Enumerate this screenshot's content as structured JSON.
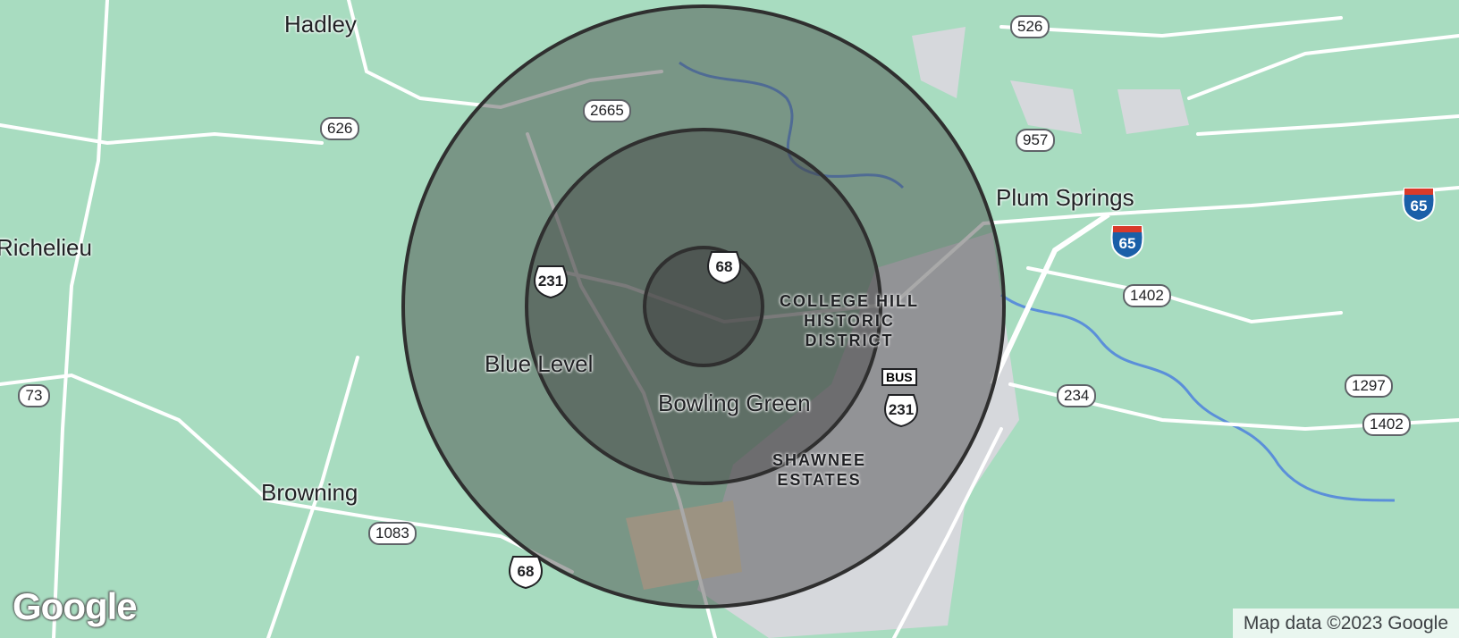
{
  "places": {
    "hadley": "Hadley",
    "richelieu": "Richelieu",
    "blue_level": "Blue Level",
    "browning": "Browning",
    "bowling_green": "Bowling Green",
    "plum_springs": "Plum Springs"
  },
  "districts": {
    "college_hill": "COLLEGE HILL\nHISTORIC\nDISTRICT",
    "shawnee": "SHAWNEE\nESTATES"
  },
  "routes": {
    "r526": "526",
    "r2665": "2665",
    "r626": "626",
    "r957": "957",
    "r1402a": "1402",
    "r1402b": "1402",
    "r1297": "1297",
    "r234": "234",
    "r73": "73",
    "r1083": "1083",
    "us231a": "231",
    "us231b": "231",
    "us68a": "68",
    "us68b": "68",
    "i65a": "65",
    "i65b": "65",
    "bus": "BUS"
  },
  "logo": "Google",
  "attribution": "Map data ©2023 Google",
  "colors": {
    "land": "#a8dcc0",
    "road": "#ffffff",
    "urban": "#d6d8dc",
    "radius_fill": "#404040",
    "radius_stroke": "#2f2f2f",
    "interstate_red": "#d93a2b",
    "interstate_blue": "#1a5fa8"
  }
}
